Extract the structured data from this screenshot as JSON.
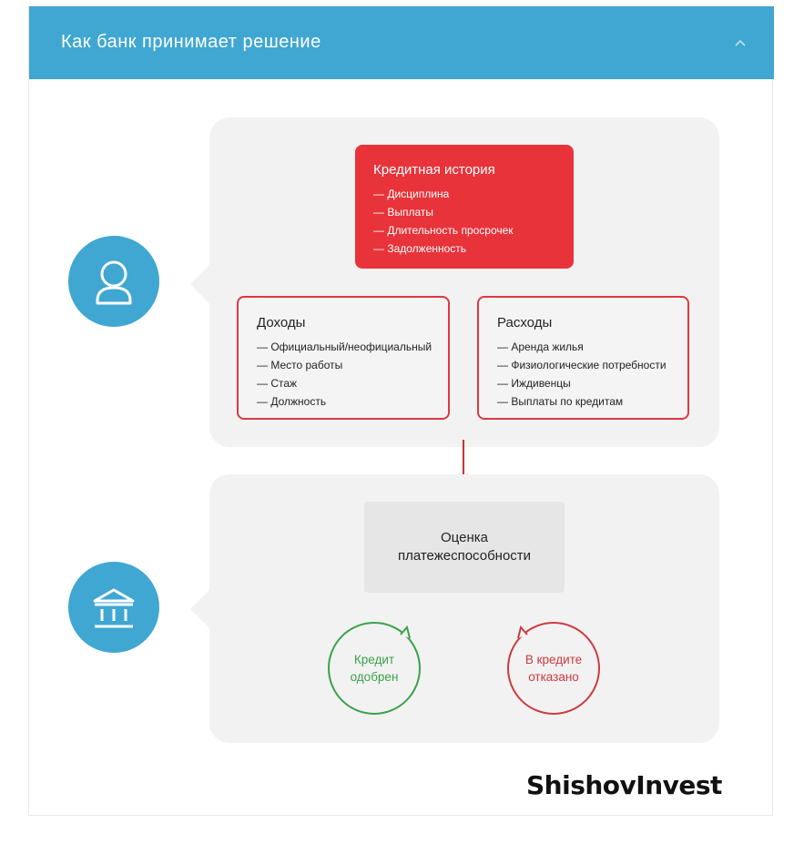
{
  "header": {
    "title": "Как банк принимает решение",
    "toggle_icon": "chevron-up-icon",
    "color": "#3fa7d2"
  },
  "factors": {
    "person_icon": "person-icon",
    "credit_history": {
      "title": "Кредитная история",
      "items": [
        "— Дисциплина",
        "— Выплаты",
        "— Длительность просрочек",
        "— Задолженность"
      ]
    },
    "income": {
      "title": "Доходы",
      "items": [
        "— Официальный/неофициальный",
        "— Место работы",
        "— Стаж",
        "— Должность"
      ]
    },
    "expenses": {
      "title": "Расходы",
      "items": [
        "— Аренда жилья",
        "— Физиологические потребности",
        "— Иждивенцы",
        "— Выплаты по кредитам"
      ]
    }
  },
  "decision": {
    "bank_icon": "bank-icon",
    "assessment": [
      "Оценка",
      "платежеспособности"
    ],
    "approved": [
      "Кредит",
      "одобрен"
    ],
    "rejected": [
      "В кредите",
      "отказано"
    ]
  },
  "colors": {
    "accent_blue": "#3fa7d2",
    "red": "#e8333a",
    "green": "#3aa24a",
    "panel_grey": "#f2f2f2"
  },
  "watermark": "ShishovInvest"
}
